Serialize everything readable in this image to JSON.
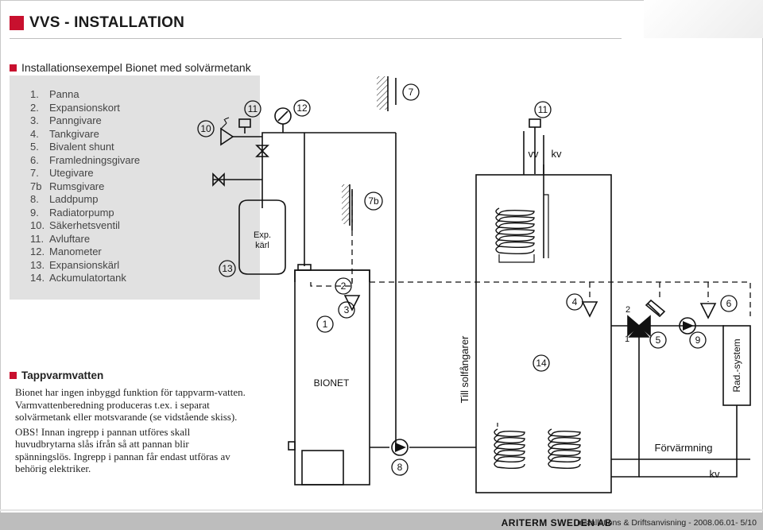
{
  "header": {
    "title": "VVS - INSTALLATION",
    "accent": "#c8102e"
  },
  "subheading": "Installationsexempel Bionet med solvärmetank",
  "legend": [
    {
      "n": "1.",
      "label": "Panna"
    },
    {
      "n": "2.",
      "label": "Expansionskort"
    },
    {
      "n": "3.",
      "label": "Panngivare"
    },
    {
      "n": "4.",
      "label": "Tankgivare"
    },
    {
      "n": "5.",
      "label": "Bivalent shunt"
    },
    {
      "n": "6.",
      "label": "Framledningsgivare"
    },
    {
      "n": "7.",
      "label": "Utegivare"
    },
    {
      "n": "7b",
      "label": "Rumsgivare"
    },
    {
      "n": "8.",
      "label": "Laddpump"
    },
    {
      "n": "9.",
      "label": "Radiatorpump"
    },
    {
      "n": "10.",
      "label": "Säkerhetsventil"
    },
    {
      "n": "11.",
      "label": "Avluftare"
    },
    {
      "n": "12.",
      "label": "Manometer"
    },
    {
      "n": "13.",
      "label": "Expansionskärl"
    },
    {
      "n": "14.",
      "label": "Ackumulatortank"
    }
  ],
  "tappvarmvatten": {
    "heading": "Tappvarmvatten",
    "para1": "Bionet har ingen inbyggd funktion för tappvarm-vatten. Varmvattenberedning produceras t.ex. i separat solvärmetank eller motsvarande (se vidstående skiss).",
    "para2": "OBS! Innan ingrepp i pannan utföres skall huvudbrytarna slås ifrån så att pannan blir spänningslös. Ingrepp i pannan får endast utföras av behörig elektriker."
  },
  "diagram": {
    "markers": {
      "m10": "10",
      "m11a": "11",
      "m12": "12",
      "m7": "7",
      "m11b": "11",
      "m7b": "7b",
      "m13": "13",
      "m2": "2",
      "m3": "3",
      "m1": "1",
      "m4": "4",
      "m6": "6",
      "m5": "5",
      "m9": "9",
      "m14": "14",
      "m8": "8"
    },
    "exp_label1": "Exp.",
    "exp_label2": "kärl",
    "vv": "vv",
    "kv_top": "kv",
    "bionet": "BIONET",
    "solar": "Till solfångarer",
    "rad": "Rad.-system",
    "forvarmning": "Förvärmning",
    "kv_bottom": "kv",
    "valve_port2": "2",
    "valve_port1": "1"
  },
  "footer": {
    "brand": "ARITERM SWEDEN AB",
    "doc": "Installations & Driftsanvisning - 2008.06.01- 5/10"
  }
}
